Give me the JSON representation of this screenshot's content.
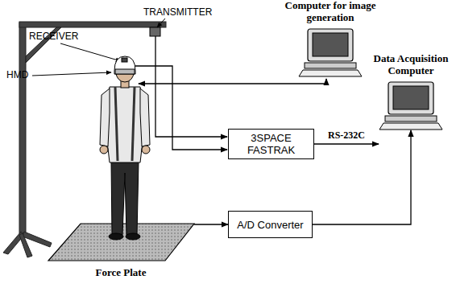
{
  "diagram": {
    "nodes": [
      {
        "text": [
          "Computer for image generation"
        ]
      },
      {
        "text": [
          "3SPACE FASTRAK"
        ]
      },
      {
        "text": [
          "Data Acquisition Computer"
        ]
      },
      {
        "text": [
          "A/D Converter"
        ]
      },
      {
        "text": [
          "Force Plate"
        ]
      }
    ],
    "edges": [
      {
        "from": 1,
        "to": 2,
        "arrow": "to",
        "label": "RS-232C"
      },
      {
        "from": 4,
        "to": 3,
        "arrow": "to"
      },
      {
        "from": 3,
        "to": 2,
        "arrow": "to"
      }
    ],
    "labels": [
      "TRANSMITTER",
      "RECEIVER",
      "HMD"
    ]
  }
}
